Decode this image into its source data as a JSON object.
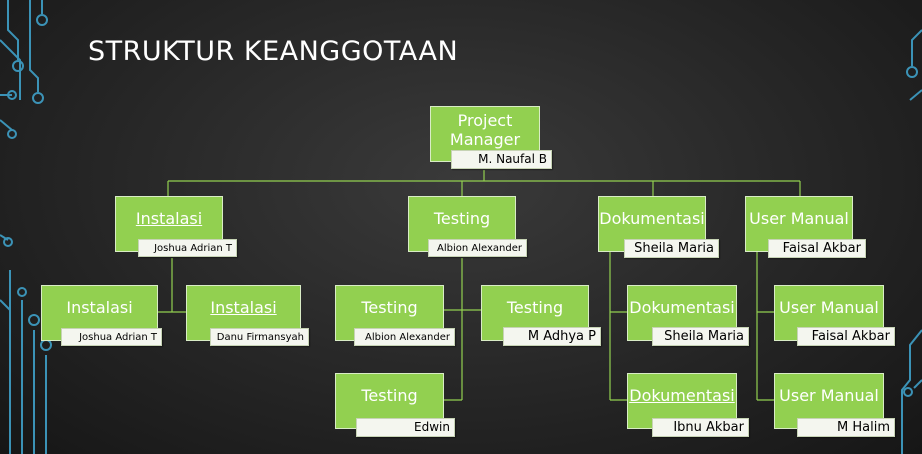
{
  "title": "STRUKTUR KEANGGOTAAN",
  "colors": {
    "box": "#92d050",
    "line": "#92d050",
    "circuit": "#3fa0c8",
    "name_bg": "#f4f6ef"
  },
  "nodes": {
    "pm": {
      "role": "Project Manager",
      "name": "M. Naufal B"
    },
    "instalasi_lead": {
      "role": "Instalasi",
      "name": "Joshua Adrian T"
    },
    "testing_lead": {
      "role": "Testing",
      "name": "Albion Alexander"
    },
    "dokumentasi_lead": {
      "role": "Dokumentasi",
      "name": "Sheila Maria"
    },
    "usermanual_lead": {
      "role": "User Manual",
      "name": "Faisal Akbar"
    },
    "instalasi_1": {
      "role": "Instalasi",
      "name": "Joshua Adrian T"
    },
    "instalasi_2": {
      "role": "Instalasi",
      "name": "Danu Firmansyah"
    },
    "testing_1": {
      "role": "Testing",
      "name": "Albion Alexander"
    },
    "testing_2": {
      "role": "Testing",
      "name": "M Adhya P"
    },
    "testing_3": {
      "role": "Testing",
      "name": "Edwin"
    },
    "dokumentasi_1": {
      "role": "Dokumentasi",
      "name": "Sheila Maria"
    },
    "dokumentasi_2": {
      "role": "Dokumentasi",
      "name": "Ibnu Akbar"
    },
    "usermanual_1": {
      "role": "User Manual",
      "name": "Faisal Akbar"
    },
    "usermanual_2": {
      "role": "User Manual",
      "name": "M Halim"
    }
  }
}
